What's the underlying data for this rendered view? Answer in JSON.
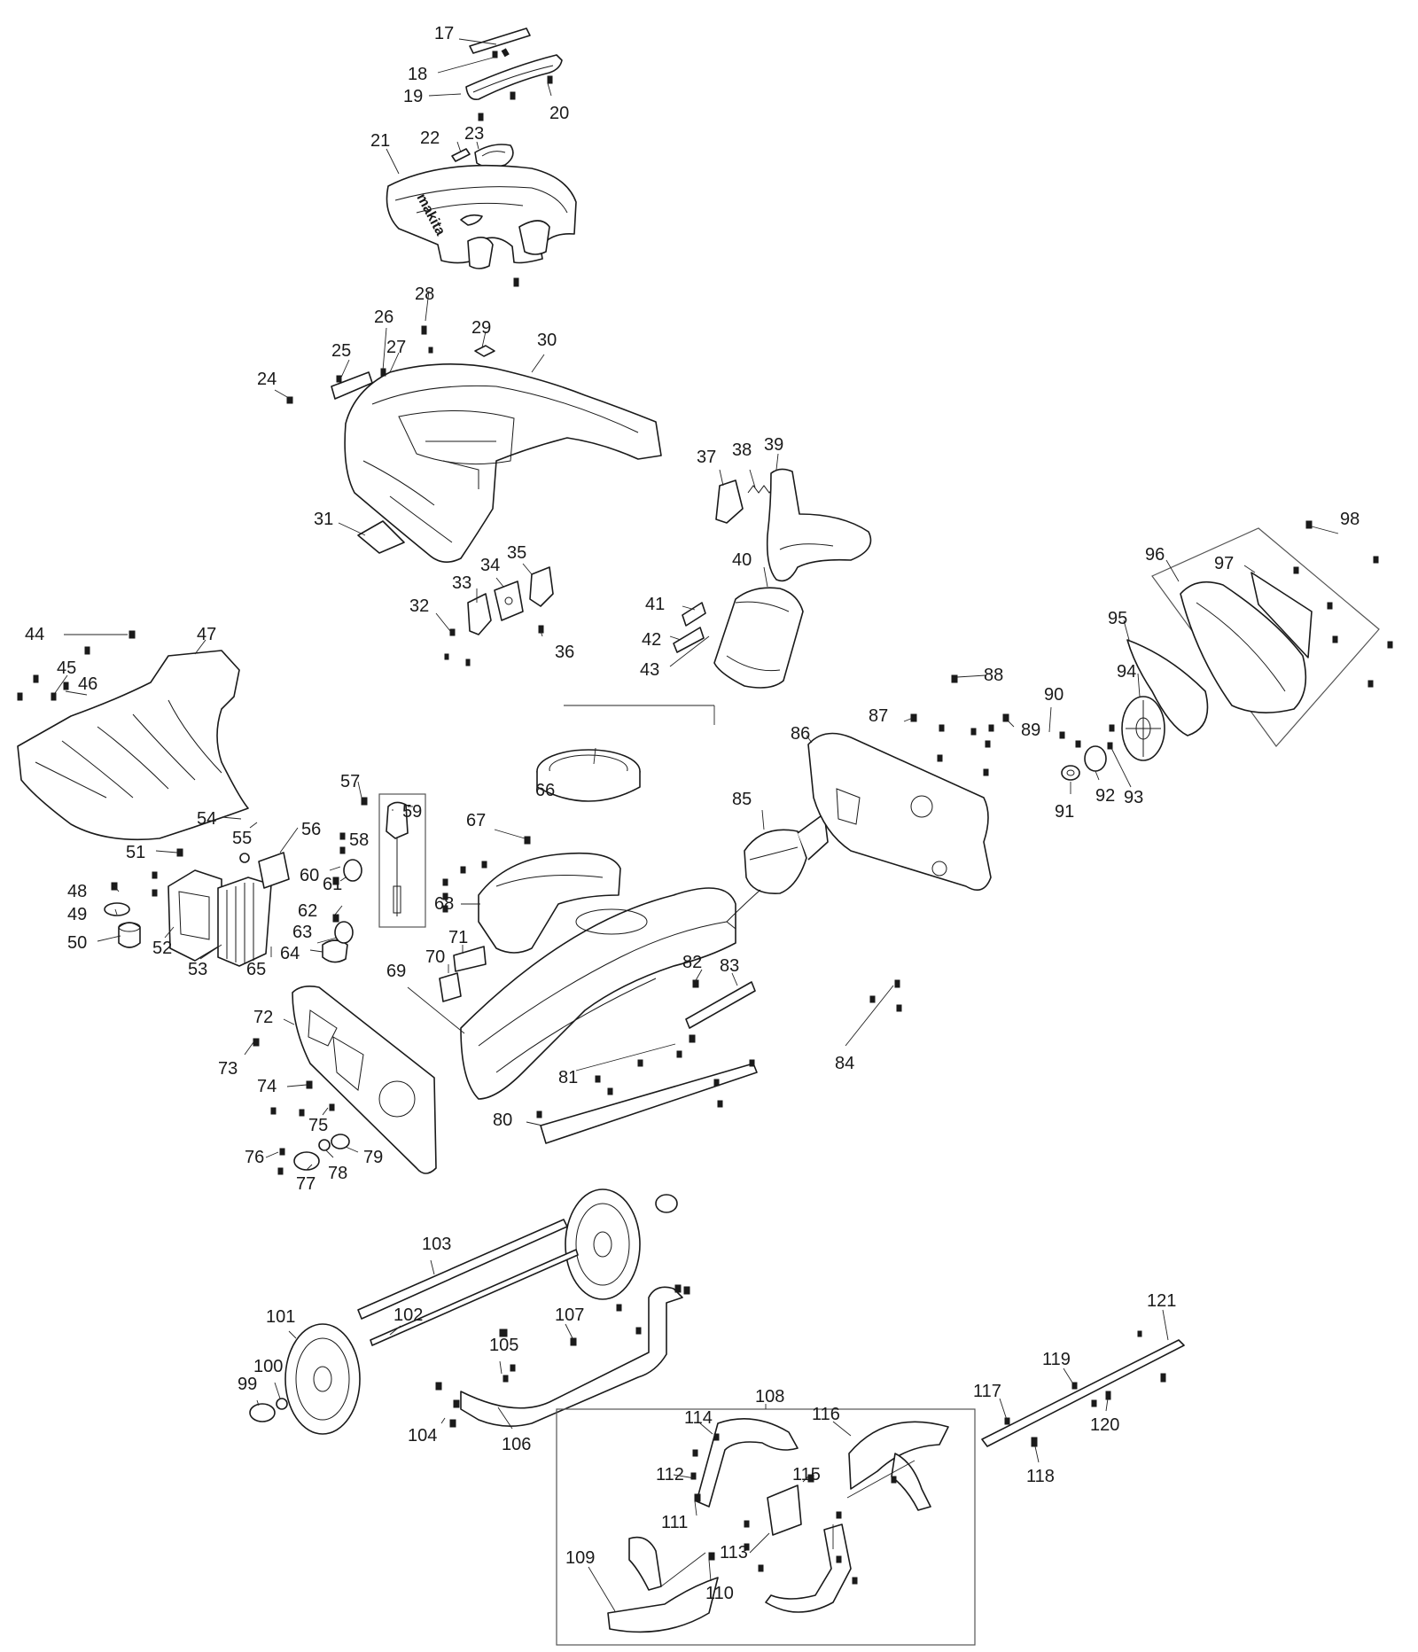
{
  "labels": {
    "17": "17",
    "18": "18",
    "19": "19",
    "20": "20",
    "21": "21",
    "22": "22",
    "23": "23",
    "24": "24",
    "25": "25",
    "26": "26",
    "27": "27",
    "28": "28",
    "29": "29",
    "30": "30",
    "31": "31",
    "32": "32",
    "33": "33",
    "34": "34",
    "35": "35",
    "36": "36",
    "37": "37",
    "38": "38",
    "39": "39",
    "40": "40",
    "41": "41",
    "42": "42",
    "43": "43",
    "44": "44",
    "45": "45",
    "46": "46",
    "47": "47",
    "48": "48",
    "49": "49",
    "50": "50",
    "51": "51",
    "52": "52",
    "53": "53",
    "54": "54",
    "55": "55",
    "56": "56",
    "57": "57",
    "58": "58",
    "59": "59",
    "60": "60",
    "61": "61",
    "62": "62",
    "63": "63",
    "64": "64",
    "65": "65",
    "66": "66",
    "67": "67",
    "68": "68",
    "69": "69",
    "70": "70",
    "71": "71",
    "72": "72",
    "73": "73",
    "74": "74",
    "75": "75",
    "76": "76",
    "77": "77",
    "78": "78",
    "79": "79",
    "80": "80",
    "81": "81",
    "82": "82",
    "83": "83",
    "84": "84",
    "85": "85",
    "86": "86",
    "87": "87",
    "88": "88",
    "89": "89",
    "90": "90",
    "91": "91",
    "92": "92",
    "93": "93",
    "94": "94",
    "95": "95",
    "96": "96",
    "97": "97",
    "98": "98",
    "99": "99",
    "100": "100",
    "101": "101",
    "102": "102",
    "103": "103",
    "104": "104",
    "105": "105",
    "106": "106",
    "107": "107",
    "108": "108",
    "109": "109",
    "110": "110",
    "111": "111",
    "112": "112",
    "113": "113",
    "114": "114",
    "115": "115",
    "116": "116",
    "117": "117",
    "118": "118",
    "119": "119",
    "120": "120",
    "121": "121"
  },
  "brand_logo": "makita",
  "icons": [
    "screw-icon",
    "washer-icon"
  ],
  "colors": {
    "line": "#1a1a1a",
    "background": "#ffffff"
  }
}
